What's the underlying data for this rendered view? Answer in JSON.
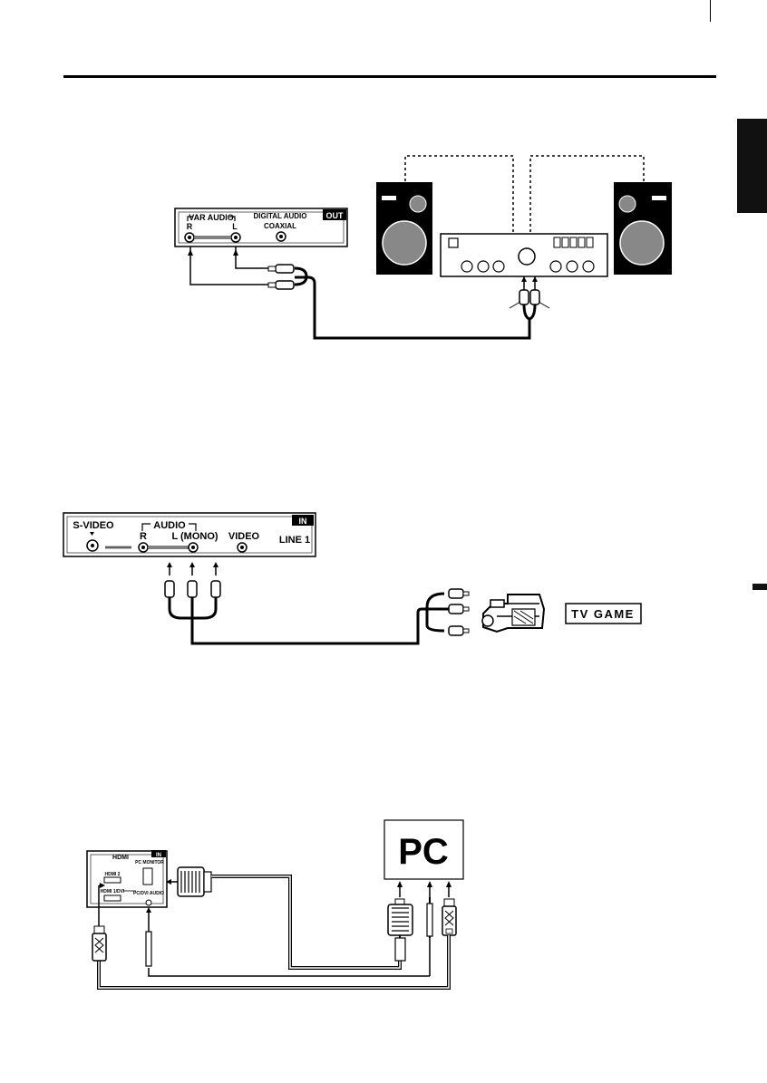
{
  "audio_out": {
    "panel": {
      "var_audio_label": "VAR AUDIO",
      "r_label": "R",
      "l_label": "L",
      "digital_audio_label": "DIGITAL AUDIO",
      "coaxial_label": "COAXIAL",
      "out_label": "OUT"
    }
  },
  "line_in": {
    "panel": {
      "svideo_label": "S-VIDEO",
      "audio_label": "AUDIO",
      "r_label": "R",
      "l_mono_label": "L (MONO)",
      "video_label": "VIDEO",
      "in_label": "IN",
      "line_label": "LINE 1"
    },
    "tv_game_label": "TV GAME"
  },
  "pc_in": {
    "panel": {
      "hdmi_logo": "HDMI",
      "in_label": "IN",
      "hdmi2_label": "HDMI 2",
      "hdmi1_label": "HDMI 1/DVI",
      "pc_monitor_label": "PC MONITOR",
      "pc_dvi_audio_label": "PC/DVI AUDIO"
    },
    "pc_label": "PC"
  }
}
